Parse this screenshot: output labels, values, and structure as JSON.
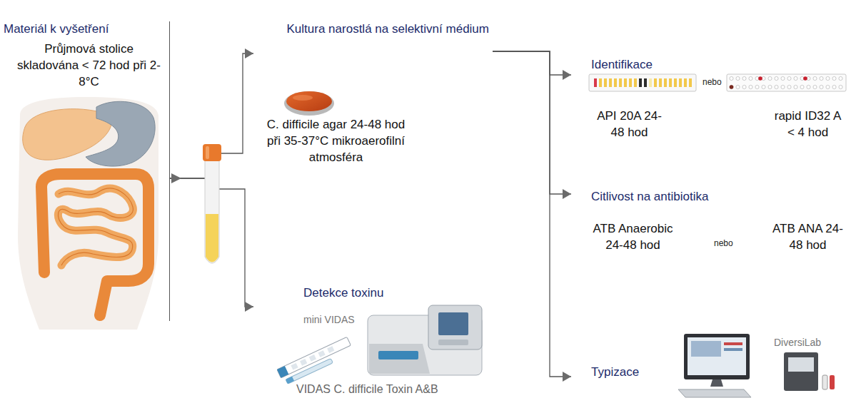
{
  "diagram": {
    "nodes": [
      {
        "text": [
          "Materiál k vyšetření",
          "Průjmová stolice skladována < 72 hod při 2-8°C"
        ]
      },
      {
        "text": [
          "Kultura narostlá na selektivní médium",
          "C. difficile agar 24-48 hod při 35-37°C mikroaerofilní atmosféra"
        ]
      },
      {
        "text": [
          "Detekce toxinu",
          "VIDAS C. difficile Toxin A&B"
        ]
      },
      {
        "text": [
          "Identifikace"
        ]
      },
      {
        "text": [
          "API 20A 24-48 hod"
        ],
        "in": 3
      },
      {
        "text": [
          "rapid ID32 A < 4 hod"
        ],
        "in": 3
      },
      {
        "text": [
          "Citlivost na antibiotika"
        ]
      },
      {
        "text": [
          "ATB Anaerobic 24-48 hod"
        ],
        "in": 6
      },
      {
        "text": [
          "ATB ANA 24-48 hod"
        ],
        "in": 6
      },
      {
        "text": [
          "Typizace"
        ]
      }
    ],
    "edges": [
      {
        "from": 0,
        "to": 1,
        "arrow": "to"
      },
      {
        "from": 0,
        "to": 2,
        "arrow": "to"
      },
      {
        "from": 1,
        "to": 3,
        "arrow": "to"
      },
      {
        "from": 1,
        "to": 6,
        "arrow": "to"
      },
      {
        "from": 1,
        "to": 9,
        "arrow": "to"
      }
    ],
    "labels": [
      "mini VIDAS",
      "nebo",
      "nebo",
      "DiversiLab"
    ]
  }
}
